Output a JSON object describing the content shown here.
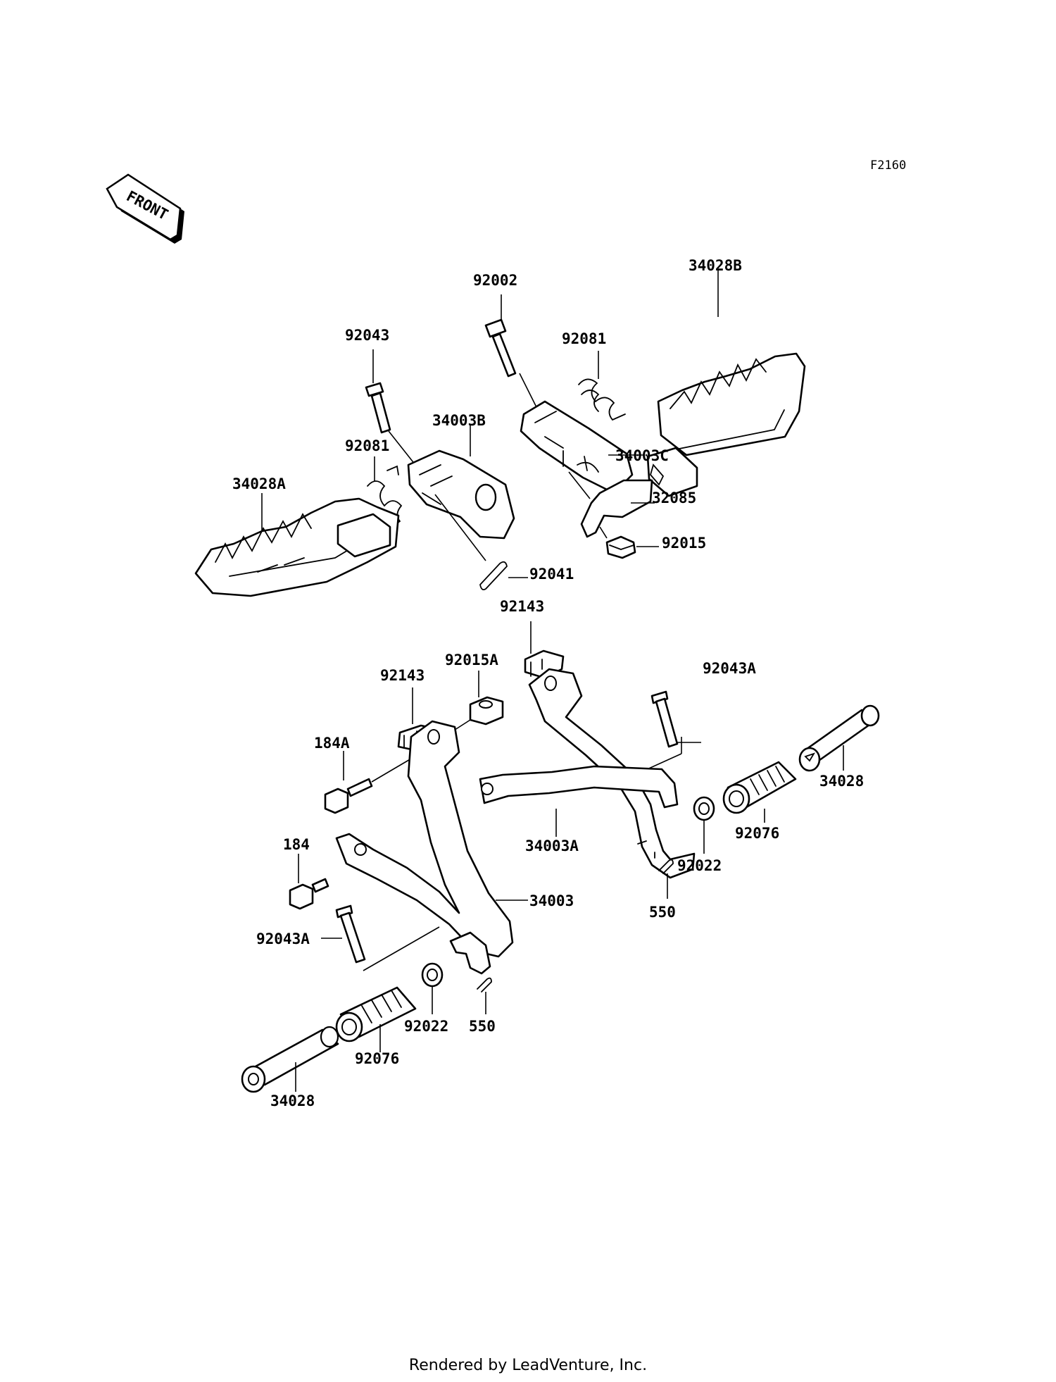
{
  "diagram_code": "F2160",
  "front_label": "FRONT",
  "footer": "Rendered by LeadVenture, Inc.",
  "parts": {
    "p92002": "92002",
    "p34028B": "34028B",
    "p92043": "92043",
    "p92081_upper": "92081",
    "p34003B": "34003B",
    "p92081_left": "92081",
    "p34003C": "34003C",
    "p34028A": "34028A",
    "p32085": "32085",
    "p92015": "92015",
    "p92041": "92041",
    "p92143_top": "92143",
    "p92015A": "92015A",
    "p92143_left": "92143",
    "p92043A_right": "92043A",
    "p184A": "184A",
    "p34028_right": "34028",
    "p34003A": "34003A",
    "p92076_right": "92076",
    "p92022_right": "92022",
    "p184": "184",
    "p550_right": "550",
    "p34003": "34003",
    "p92043A_left": "92043A",
    "p92022_left": "92022",
    "p550_left": "550",
    "p92076_left": "92076",
    "p34028_left": "34028"
  }
}
